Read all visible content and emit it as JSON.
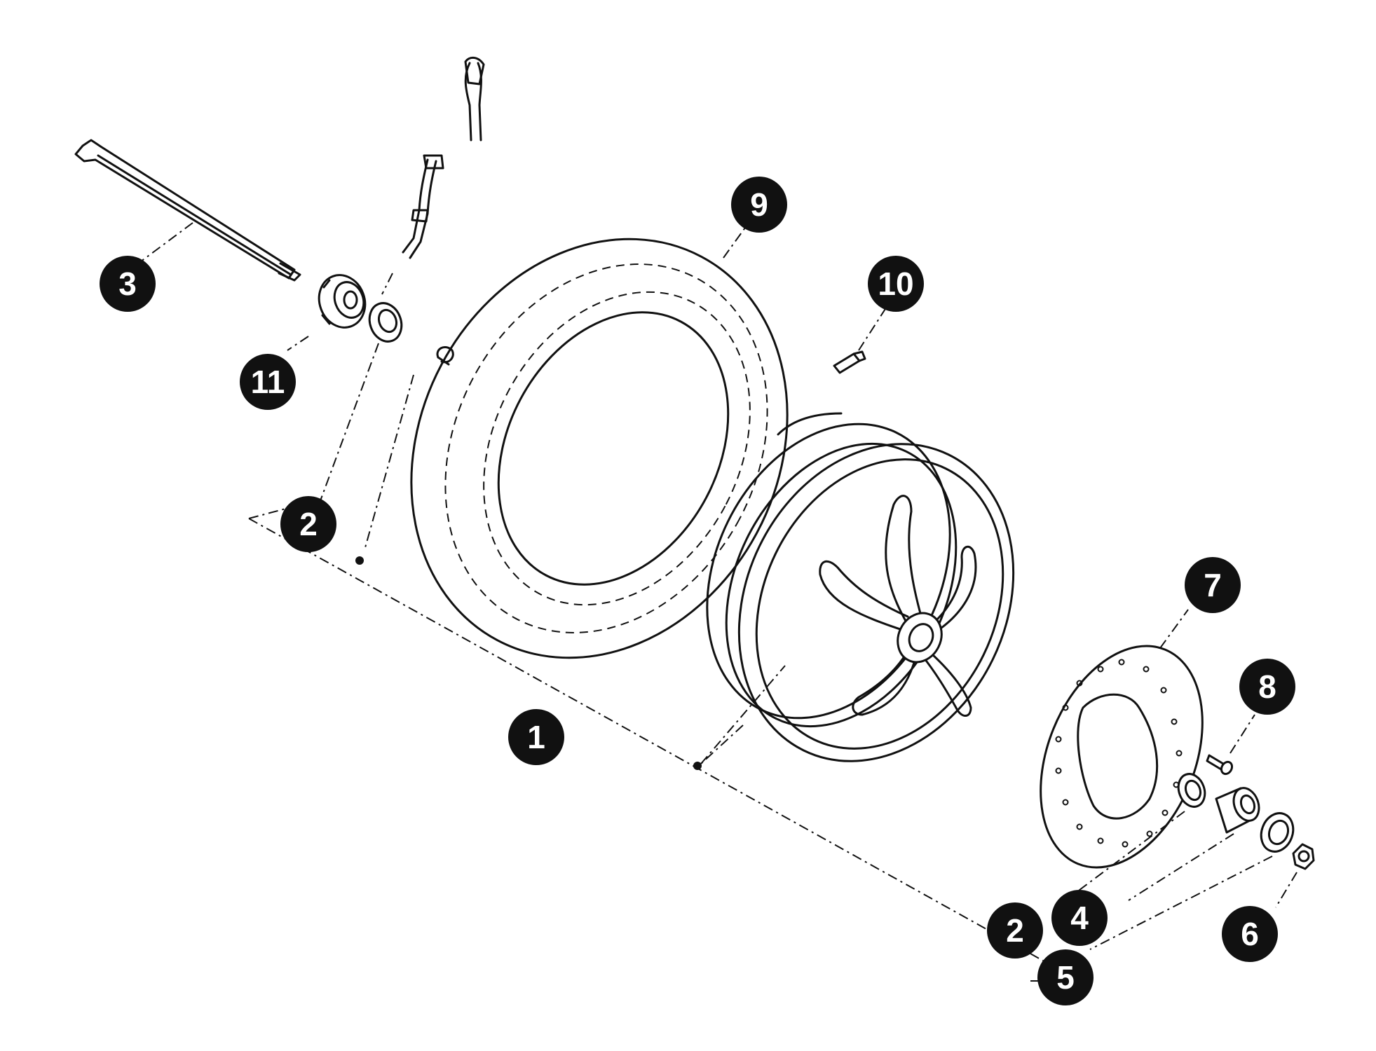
{
  "callouts": [
    {
      "id": "callout-1",
      "label": "1"
    },
    {
      "id": "callout-2-left",
      "label": "2"
    },
    {
      "id": "callout-3",
      "label": "3"
    },
    {
      "id": "callout-9",
      "label": "9"
    },
    {
      "id": "callout-10",
      "label": "10"
    },
    {
      "id": "callout-11",
      "label": "11"
    },
    {
      "id": "callout-7",
      "label": "7"
    },
    {
      "id": "callout-8",
      "label": "8"
    },
    {
      "id": "callout-2-right",
      "label": "2"
    },
    {
      "id": "callout-4",
      "label": "4"
    },
    {
      "id": "callout-5",
      "label": "5"
    },
    {
      "id": "callout-6",
      "label": "6"
    }
  ],
  "colors": {
    "ink": "#111111",
    "background": "#ffffff"
  }
}
